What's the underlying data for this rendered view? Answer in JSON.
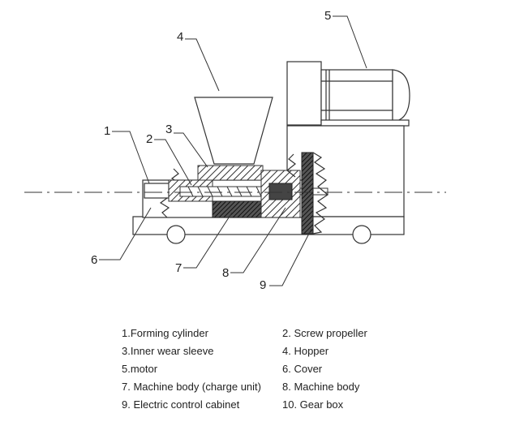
{
  "callouts": {
    "c1": "1",
    "c2": "2",
    "c3": "3",
    "c4": "4",
    "c5": "5",
    "c6": "6",
    "c7": "7",
    "c8": "8",
    "c9": "9"
  },
  "legend": {
    "l1": "1.Forming cylinder",
    "l2": "2. Screw propeller",
    "l3": "3.Inner wear sleeve",
    "l4": "4. Hopper",
    "l5": "5.motor",
    "l6": "6. Cover",
    "l7": "7. Machine body (charge unit)",
    "l8": "8. Machine body",
    "l9": "9. Electric control cabinet",
    "l10": "10. Gear box"
  }
}
